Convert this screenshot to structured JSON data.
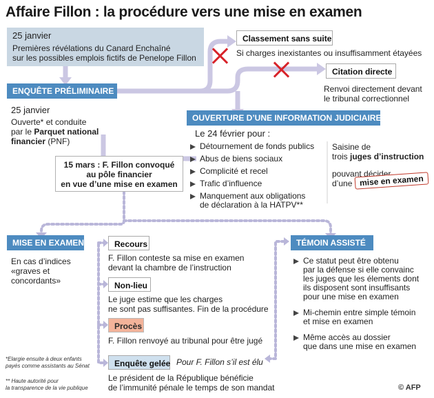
{
  "title": "Affaire Fillon : la procédure vers une mise en examen",
  "jan25_box": {
    "date": "25 janvier",
    "line1": "Premières révélations du Canard Enchaîné",
    "line2": "sur les possibles emplois fictifs de Penelope Fillon"
  },
  "classement": {
    "label": "Classement sans suite",
    "desc": "Si charges inexistantes ou insuffisamment étayées"
  },
  "citation": {
    "label": "Citation directe",
    "desc1": "Renvoi directement devant",
    "desc2": "le tribunal correctionnel"
  },
  "enquete": {
    "label": "ENQUÊTE PRÉLIMINAIRE",
    "date": "25 janvier",
    "line1": "Ouverte* et conduite",
    "line2_prefix": "par le ",
    "line2_bold": "Parquet national",
    "line3_bold": "financier",
    "line3_suffix": " (PNF)"
  },
  "info_judiciaire": {
    "label": "OUVERTURE D’UNE INFORMATION JUDICIAIRE",
    "date_line": "Le 24 février pour :",
    "items": [
      "Détournement de fonds publics",
      "Abus de biens sociaux",
      "Complicité et recel",
      "Trafic d’influence",
      "Manquement aux obligations",
      "de déclaration à la HATPV**"
    ],
    "saisine1": "Saisine de",
    "saisine2_prefix": "trois ",
    "saisine2_bold": "juges d’instruction",
    "pouvant1": "pouvant décider",
    "pouvant2": "d’une",
    "tag": "mise en examen"
  },
  "convoque": {
    "line1": "15 mars : F. Fillon convoqué",
    "line2": "au pôle financier",
    "line3": "en vue d’une mise en examen"
  },
  "mise_en_examen": {
    "label": "MISE EN EXAMEN",
    "line1": "En cas d’indices",
    "line2": "«graves et",
    "line3": "concordants»"
  },
  "recours": {
    "label": "Recours",
    "line1": "F. Fillon conteste sa mise en examen",
    "line2": "devant la chambre de l’instruction"
  },
  "non_lieu": {
    "label": "Non-lieu",
    "line1": "Le juge estime que les charges",
    "line2": "ne sont pas suffisantes. Fin de la procédure"
  },
  "proces": {
    "label": "Procès",
    "line1": "F. Fillon renvoyé au tribunal pour être jugé"
  },
  "enquete_gelee": {
    "label": "Enquête gelée",
    "condition": "Pour F. Fillon s’il est élu",
    "line1": "Le président de la République bénéficie",
    "line2": "de l’immunité pénale le temps de son mandat"
  },
  "temoin": {
    "label": "TÉMOIN ASSISTÉ",
    "b1": [
      "Ce statut peut être obtenu",
      "par la défense si elle convainc",
      "les juges que les élements dont",
      "ils disposent sont insuffisants",
      "pour une mise en examen"
    ],
    "b2": [
      "Mi-chemin entre simple témoin",
      "et mise en examen"
    ],
    "b3": [
      "Même accès au dossier",
      "que dans une mise en examen"
    ]
  },
  "footnotes": {
    "f1a": "*Elargie ensuite à deux enfants",
    "f1b": "payés comme assistants au Sénat",
    "f2a": "** Haute autorité pour",
    "f2b": "la transparence de la vie publique"
  },
  "credit": "© AFP",
  "colors": {
    "arrow": "#c8c4e0",
    "dotted": "#b9b6d9",
    "blue": "#4d8bc0",
    "light_blue": "#c9d7e3",
    "red": "#d8232a",
    "salmon": "#f3b39a"
  }
}
